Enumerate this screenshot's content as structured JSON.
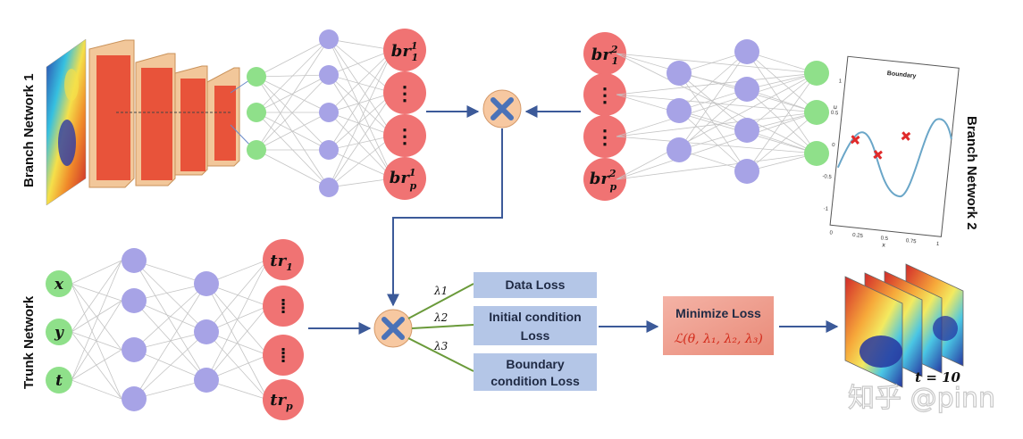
{
  "labels": {
    "branch1": "Branch Network 1",
    "branch2": "Branch Network 2",
    "trunk": "Trunk Network"
  },
  "branch1_outputs": {
    "first": "br",
    "first_sup": "1",
    "first_sub": "1",
    "dots": "⋮",
    "last": "br",
    "last_sup": "1",
    "last_sub": "p"
  },
  "branch2_outputs": {
    "first": "br",
    "first_sup": "2",
    "first_sub": "1",
    "dots": "⋮",
    "last": "br",
    "last_sup": "2",
    "last_sub": "p"
  },
  "trunk_inputs": [
    "x",
    "y",
    "t"
  ],
  "trunk_outputs": {
    "first": "tr",
    "first_sub": "1",
    "dots": "⁞",
    "last": "tr",
    "last_sub": "p"
  },
  "loss_weights": [
    "λ1",
    "λ2",
    "λ3"
  ],
  "loss_boxes": {
    "data": "Data Loss",
    "initial_line1": "Initial condition",
    "initial_line2": "Loss",
    "boundary_line1": "Boundary",
    "boundary_line2": "condition Loss"
  },
  "minimize": {
    "title": "Minimize Loss",
    "formula": "ℒ(θ, λ₁, λ₂, λ₃)"
  },
  "plot": {
    "title": "Boundary",
    "x_ticks": [
      "0",
      "0.25",
      "0.5",
      "0.75",
      "1"
    ],
    "y_ticks": [
      "1",
      "0.5",
      "0",
      "-0.5",
      "-1"
    ],
    "y_label": "u",
    "x_label": "x"
  },
  "time_label": "t = 10",
  "watermark": "知乎 @pinn",
  "colors": {
    "red_node": "#f07373",
    "purple_node": "#a7a3e6",
    "green_node": "#8fe08a",
    "multiply_fill": "#f7c8a1",
    "multiply_icon": "#4a72b8",
    "arrow": "#3c5a99",
    "loss_box": "#b4c6e7",
    "minimize_box": "#f2a898",
    "weight_line": "#6a9a3a"
  }
}
